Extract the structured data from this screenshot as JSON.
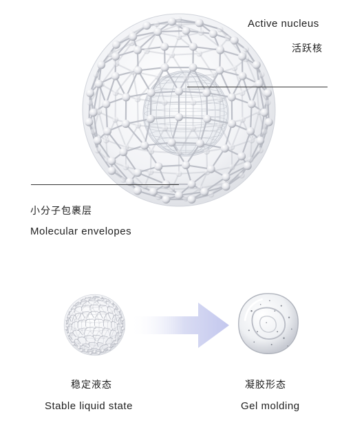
{
  "top": {
    "core_label_en": "Active nucleus",
    "core_label_cn": "活跃核",
    "shell_label_cn": "小分子包裹层",
    "shell_label_en": "Molecular envelopes"
  },
  "bottom": {
    "left_cn": "稳定液态",
    "left_en": "Stable liquid state",
    "right_cn": "凝胶形态",
    "right_en": "Gel molding"
  }
}
